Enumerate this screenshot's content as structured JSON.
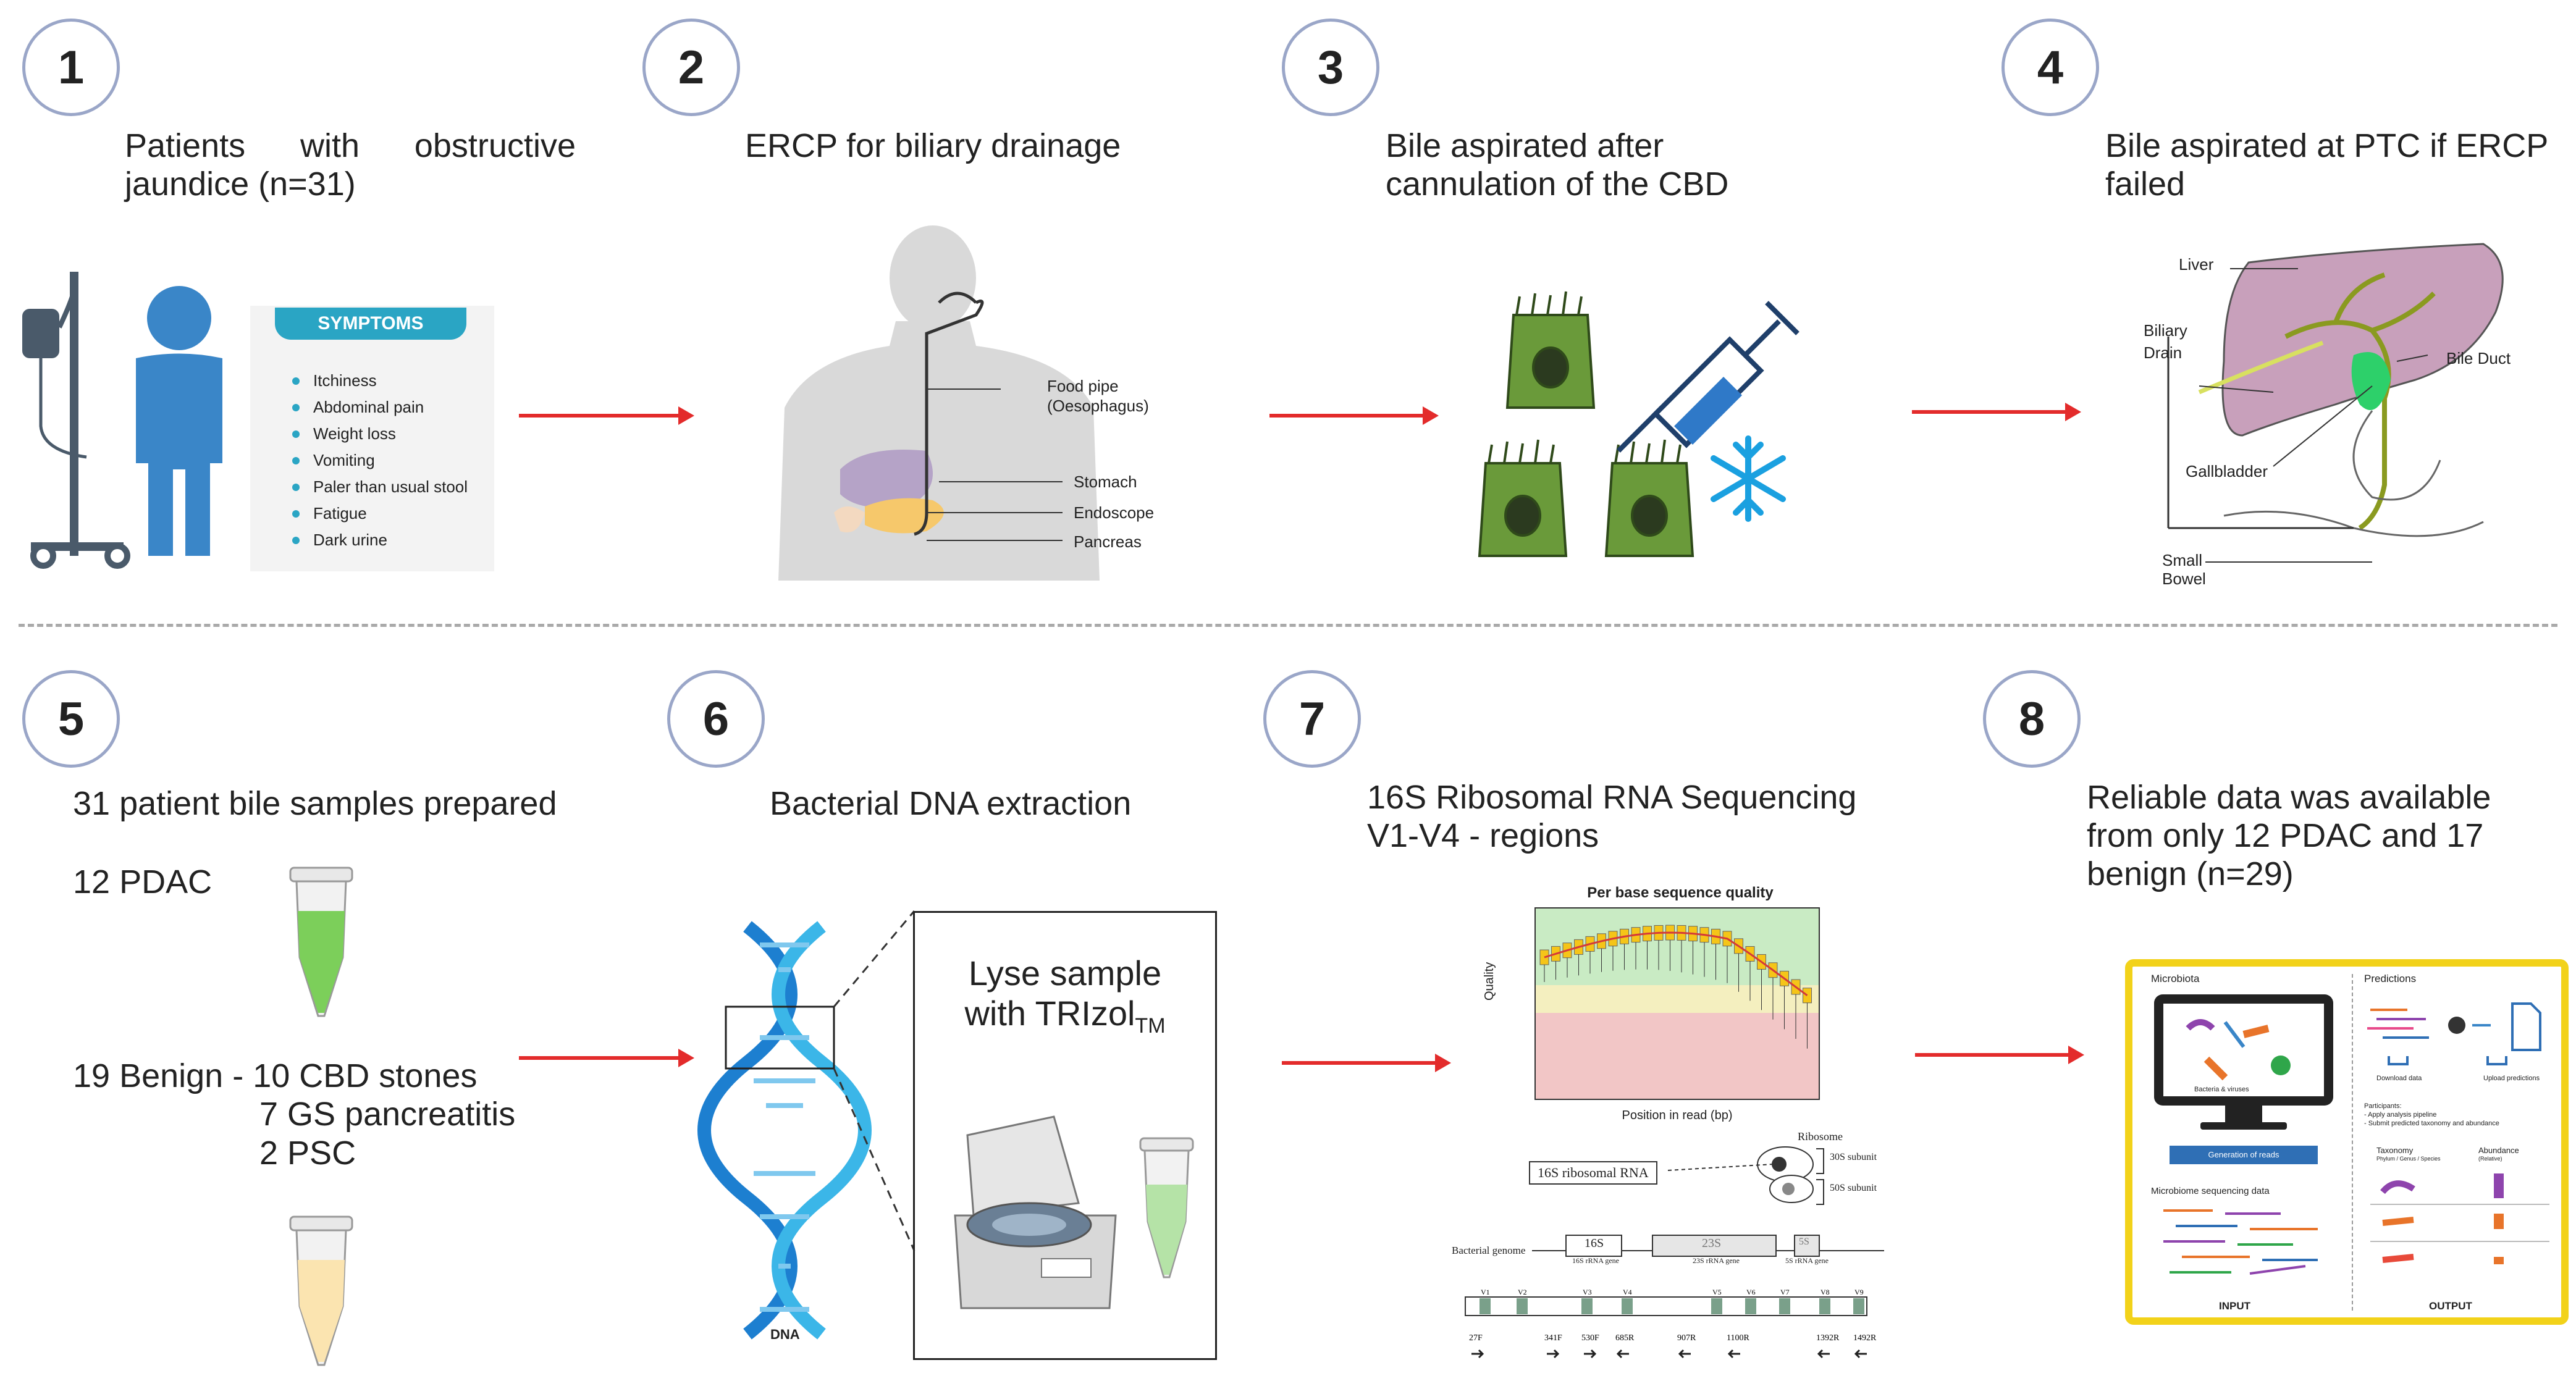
{
  "steps": [
    {
      "num": "1",
      "line1": "Patients with obstructive",
      "line2": "jaundice (n=31)"
    },
    {
      "num": "2",
      "text": "ERCP for biliary drainage"
    },
    {
      "num": "3",
      "line1": "Bile aspirated after",
      "line2": "cannulation of the CBD"
    },
    {
      "num": "4",
      "line1": "Bile aspirated at PTC if ERCP",
      "line2": "failed"
    },
    {
      "num": "5",
      "text": "31 patient bile samples prepared",
      "pdac": "12 PDAC",
      "benign1": "19 Benign - 10 CBD stones",
      "benign2": "7 GS pancreatitis",
      "benign3": "2 PSC"
    },
    {
      "num": "6",
      "text": "Bacterial DNA extraction",
      "lyse1": "Lyse sample",
      "lyse2": "with TRIzol",
      "lyse_sub": "TM",
      "dna": "DNA"
    },
    {
      "num": "7",
      "line1": "16S Ribosomal RNA Sequencing",
      "line2": "V1-V4 - regions"
    },
    {
      "num": "8",
      "line1": "Reliable data was available",
      "line2": "from only 12 PDAC and 17",
      "line3": "benign (n=29)"
    }
  ],
  "symptoms": {
    "title": "SYMPTOMS",
    "items": [
      "Itchiness",
      "Abdominal pain",
      "Weight loss",
      "Vomiting",
      "Paler than usual stool",
      "Fatigue",
      "Dark urine"
    ]
  },
  "anatomy": {
    "food_pipe": "Food pipe",
    "oesophagus": "(Oesophagus)",
    "stomach": "Stomach",
    "endoscope": "Endoscope",
    "pancreas": "Pancreas"
  },
  "liver": {
    "liver": "Liver",
    "biliary": "Biliary",
    "drain": "Drain",
    "bile_duct": "Bile Duct",
    "gallbladder": "Gallbladder",
    "small": "Small",
    "bowel": "Bowel"
  },
  "seq": {
    "chart_title": "Per base sequence quality",
    "xlabel": "Position in read (bp)",
    "ylabel": "Quality",
    "ribosome": "Ribosome",
    "rrna": "16S ribosomal RNA",
    "s30": "30S subunit",
    "s50": "50S subunit",
    "genome": "Bacterial genome",
    "g16": "16S",
    "g23": "23S",
    "g5": "5S",
    "gene16": "16S rRNA gene",
    "gene23": "23S rRNA gene",
    "gene5": "5S rRNA gene",
    "regions": [
      "V1",
      "V2",
      "V3",
      "V4",
      "V5",
      "V6",
      "V7",
      "V8",
      "V9"
    ],
    "primers": [
      "27F",
      "341F",
      "530F",
      "685R",
      "907R",
      "1100R",
      "1392R",
      "1492R"
    ]
  },
  "output": {
    "microbiota": "Microbiota",
    "predictions": "Predictions",
    "bacteria": "Bacteria & viruses",
    "generation": "Generation of reads",
    "microbiome": "Microbiome sequencing data",
    "download": "Download data",
    "upload": "Upload predictions",
    "participants": "Participants:",
    "p1": "- Apply analysis pipeline",
    "p2": "- Submit predicted taxonomy and abundance",
    "taxonomy": "Taxonomy",
    "tax_sub": "Phylum / Genus / Species",
    "abundance": "Abundance",
    "ab_sub": "(Relative)",
    "input": "INPUT",
    "out": "OUTPUT"
  },
  "colors": {
    "arrow": "#e32b2b",
    "circle_border": "#9aa6c8",
    "patient": "#3a86c8",
    "cell": "#6a9a3a",
    "frame": "#f2d21a"
  }
}
